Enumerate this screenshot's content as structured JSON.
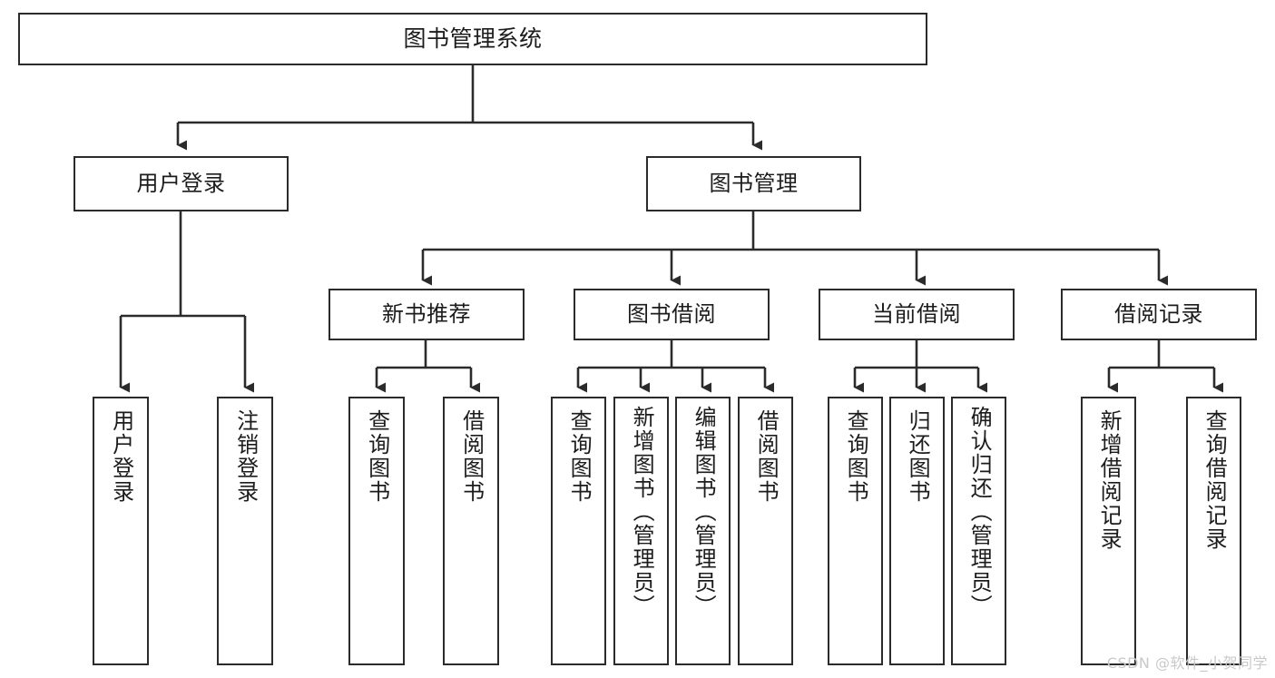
{
  "diagram": {
    "title": "图书管理系统",
    "type": "tree-hierarchy-chart",
    "colors": {
      "background": "#ffffff",
      "box_border": "#2b2b2b",
      "box_fill": "#ffffff",
      "text": "#1c1c1c",
      "connector": "#2b2b2b",
      "watermark": "#c9c9c9"
    },
    "nodes": {
      "root": {
        "label": "图书管理系统"
      },
      "level1": [
        {
          "id": "user-login",
          "label": "用户登录"
        },
        {
          "id": "book-manage",
          "label": "图书管理"
        }
      ],
      "level2": [
        {
          "id": "new-book-recommend",
          "label": "新书推荐"
        },
        {
          "id": "book-borrow",
          "label": "图书借阅"
        },
        {
          "id": "current-borrow",
          "label": "当前借阅"
        },
        {
          "id": "borrow-record",
          "label": "借阅记录"
        }
      ],
      "leaves": {
        "user-login": [
          {
            "id": "leaf-user-login",
            "label": "用户登录"
          },
          {
            "id": "leaf-logout",
            "label": "注销登录"
          }
        ],
        "new-book-recommend": [
          {
            "id": "leaf-query-book-1",
            "label": "查询图书"
          },
          {
            "id": "leaf-borrow-book-1",
            "label": "借阅图书"
          }
        ],
        "book-borrow": [
          {
            "id": "leaf-query-book-2",
            "label": "查询图书"
          },
          {
            "id": "leaf-add-book",
            "label": "新增图书（管理员）"
          },
          {
            "id": "leaf-edit-book",
            "label": "编辑图书（管理员）"
          },
          {
            "id": "leaf-borrow-book-2",
            "label": "借阅图书"
          }
        ],
        "current-borrow": [
          {
            "id": "leaf-query-book-3",
            "label": "查询图书"
          },
          {
            "id": "leaf-return-book",
            "label": "归还图书"
          },
          {
            "id": "leaf-confirm-return",
            "label": "确认归还（管理员）"
          }
        ],
        "borrow-record": [
          {
            "id": "leaf-add-record",
            "label": "新增借阅记录"
          },
          {
            "id": "leaf-query-record",
            "label": "查询借阅记录"
          }
        ]
      }
    },
    "watermark": "CSDN @软件_小贺同学"
  }
}
